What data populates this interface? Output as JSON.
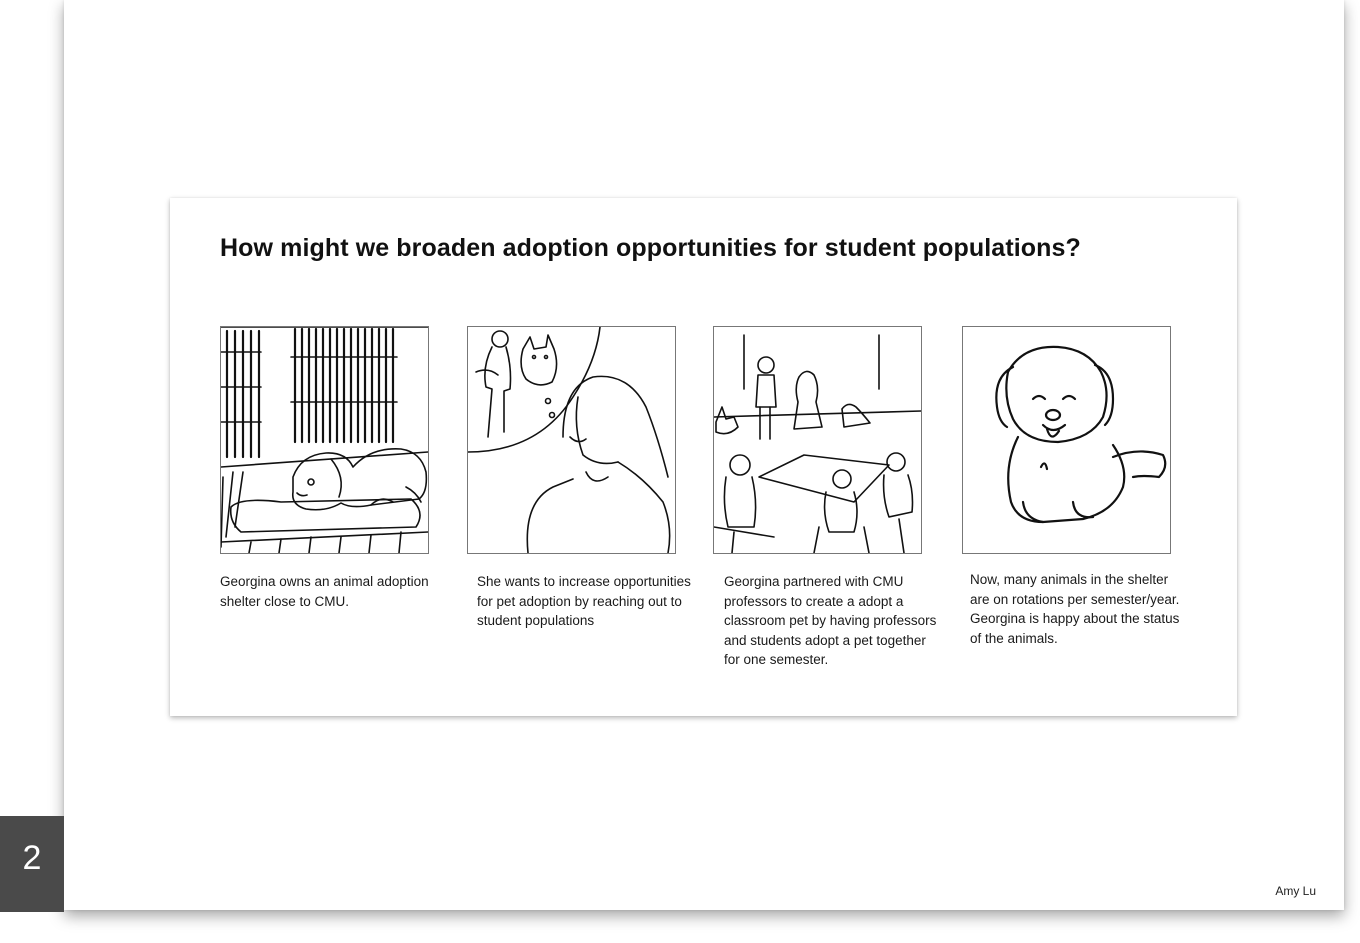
{
  "slide": {
    "title": "How might we broaden adoption opportunities for student populations?",
    "page_number": "2",
    "author": "Amy Lu"
  },
  "storyboard": {
    "frames": [
      {
        "caption": "Georgina owns an animal adoption shelter close to CMU.",
        "sketch": "dog lying on a mat behind kennel bars"
      },
      {
        "caption": "She wants to increase opportunities for pet adoption by reaching out to student populations",
        "sketch": "woman imagining holding a pet"
      },
      {
        "caption": "Georgina partnered with CMU professors to create a adopt a classroom pet by having professors and students adopt a pet together for one semester.",
        "sketch": "classroom with students and pets at the front"
      },
      {
        "caption": "Now, many animals in the shelter are on rotations per semester/year. Georgina is happy about the status of the animals.",
        "sketch": "happy puppy"
      }
    ]
  }
}
